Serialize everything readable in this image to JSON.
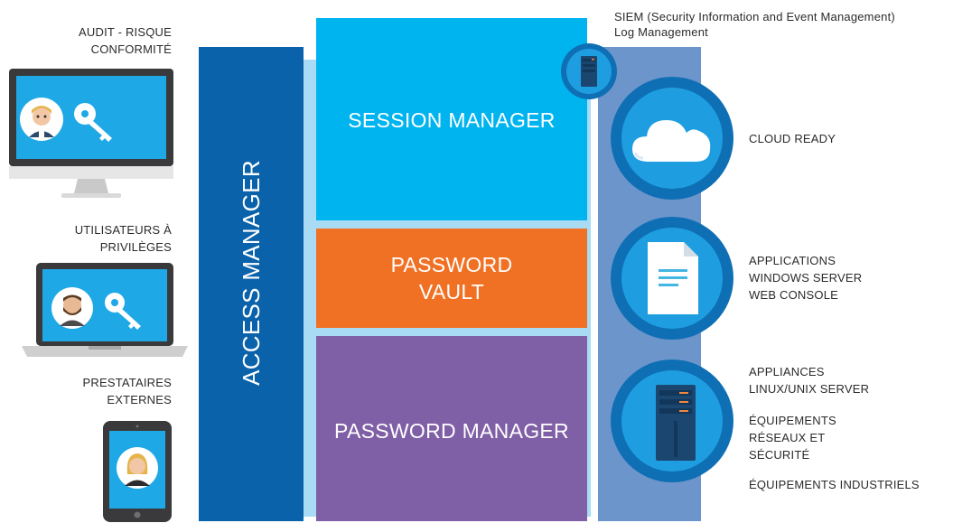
{
  "left": {
    "audit_line1": "AUDIT - RISQUE",
    "audit_line2": "CONFORMITÉ",
    "users_line1": "UTILISATEURS À",
    "users_line2": "PRIVILÈGES",
    "vendors_line1": "PRESTATAIRES",
    "vendors_line2": "EXTERNES"
  },
  "center": {
    "access_manager": "ACCESS MANAGER",
    "session_manager": "SESSION MANAGER",
    "password_vault_line1": "PASSWORD",
    "password_vault_line2": "VAULT",
    "password_manager": "PASSWORD MANAGER"
  },
  "siem": {
    "line1": "SIEM (Security Information and Event Management)",
    "line2": "Log Management"
  },
  "right": {
    "cloud": "CLOUD READY",
    "apps_line1": "APPLICATIONS",
    "apps_line2": "WINDOWS SERVER",
    "apps_line3": "WEB CONSOLE",
    "appliances_line1": "APPLIANCES",
    "appliances_line2": "LINUX/UNIX SERVER",
    "equip_line1": "ÉQUIPEMENTS",
    "equip_line2": "RÉSEAUX ET",
    "equip_line3": "SÉCURITÉ",
    "industrial": "ÉQUIPEMENTS INDUSTRIELS"
  },
  "colors": {
    "access_manager": "#0a62aa",
    "session_manager": "#00b4ef",
    "password_vault": "#f07124",
    "password_manager": "#7f5fa5",
    "light_band": "#a9dbf4",
    "right_band": "#6c95cc",
    "circle_outer": "#0f6fb4",
    "circle_inner": "#1e9ee0"
  }
}
